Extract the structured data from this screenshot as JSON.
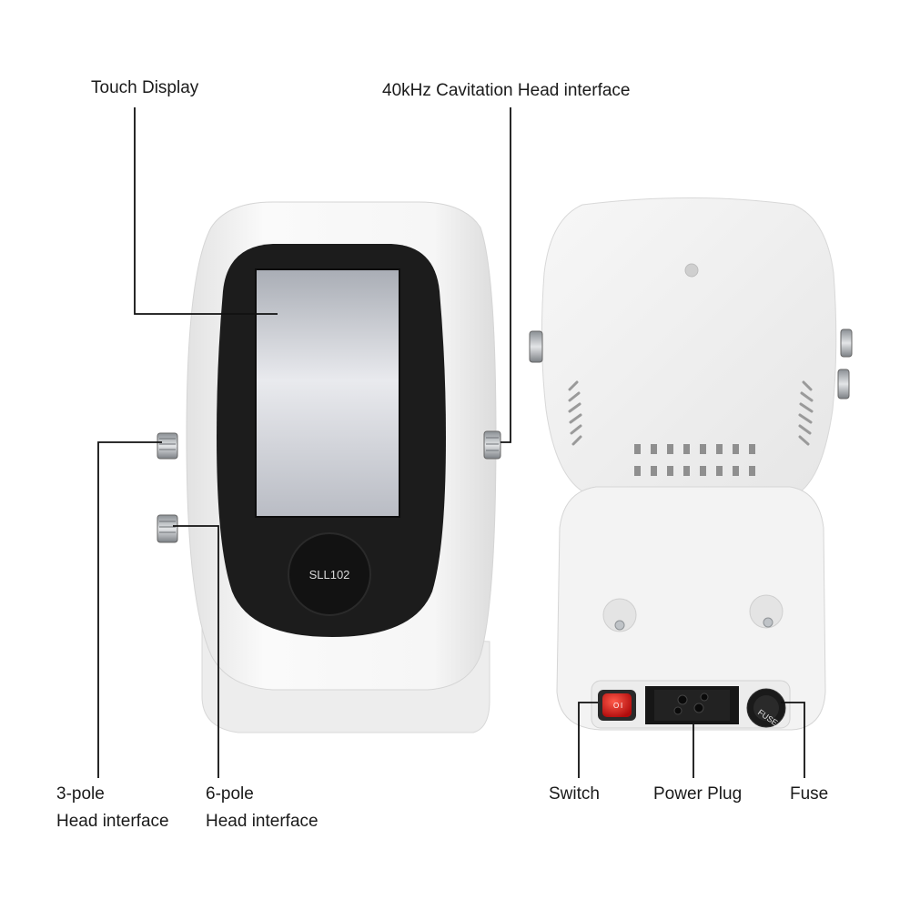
{
  "labels": {
    "touch_display": "Touch Display",
    "cavitation": "40kHz Cavitation Head interface",
    "three_pole_line1": "3-pole",
    "three_pole_line2": "Head interface",
    "six_pole_line1": "6-pole",
    "six_pole_line2": "Head interface",
    "switch": "Switch",
    "power_plug": "Power Plug",
    "fuse": "Fuse"
  },
  "device": {
    "model": "SLL102",
    "fuse_marking": "FUSE"
  },
  "colors": {
    "body": "#f4f4f4",
    "bezel": "#1c1c1c",
    "screen": "#c9ccd2",
    "switch_red": "#d42020",
    "line": "#111111"
  }
}
